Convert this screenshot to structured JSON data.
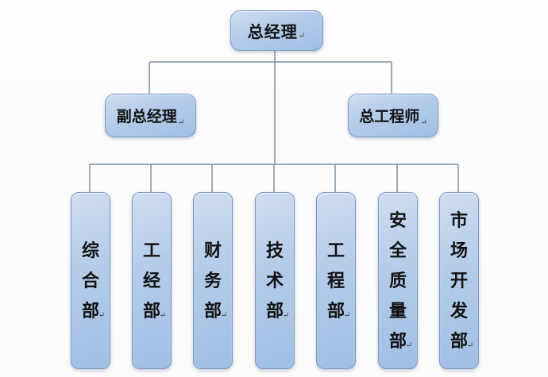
{
  "diagram": {
    "type": "org-chart",
    "root": {
      "label": "总经理"
    },
    "level2": [
      {
        "label": "副总经理"
      },
      {
        "label": "总工程师"
      }
    ],
    "departments": [
      {
        "label": "综合部"
      },
      {
        "label": "工经部"
      },
      {
        "label": "财务部"
      },
      {
        "label": "技术部"
      },
      {
        "label": "工程部"
      },
      {
        "label": "安全质量部"
      },
      {
        "label": "市场开发部"
      }
    ],
    "colors": {
      "box_fill_light": "#cfddf0",
      "box_fill_dark": "#a0bfe4",
      "box_border": "#7e9bc2",
      "connector_line": "#7b90a6",
      "text": "#111111"
    }
  },
  "return_mark": "↵"
}
